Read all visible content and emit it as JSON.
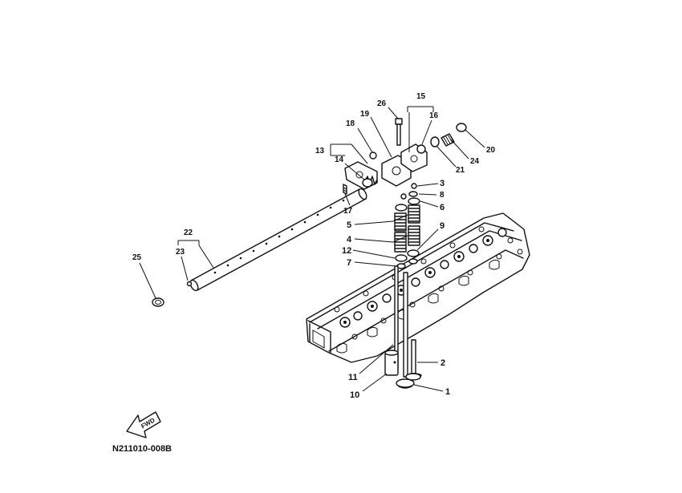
{
  "diagram": {
    "code": "N211010-008B",
    "fwd_label": "FWD",
    "callouts": {
      "c1": "1",
      "c2": "2",
      "c3": "3",
      "c4": "4",
      "c5": "5",
      "c6": "6",
      "c7": "7",
      "c8": "8",
      "c9": "9",
      "c10": "10",
      "c11": "11",
      "c12": "12",
      "c13": "13",
      "c14": "14",
      "c15": "15",
      "c16": "16",
      "c17": "17",
      "c18": "18",
      "c19": "19",
      "c20": "20",
      "c21": "21",
      "c22": "22",
      "c23": "23",
      "c24": "24",
      "c25": "25",
      "c26": "26"
    }
  }
}
